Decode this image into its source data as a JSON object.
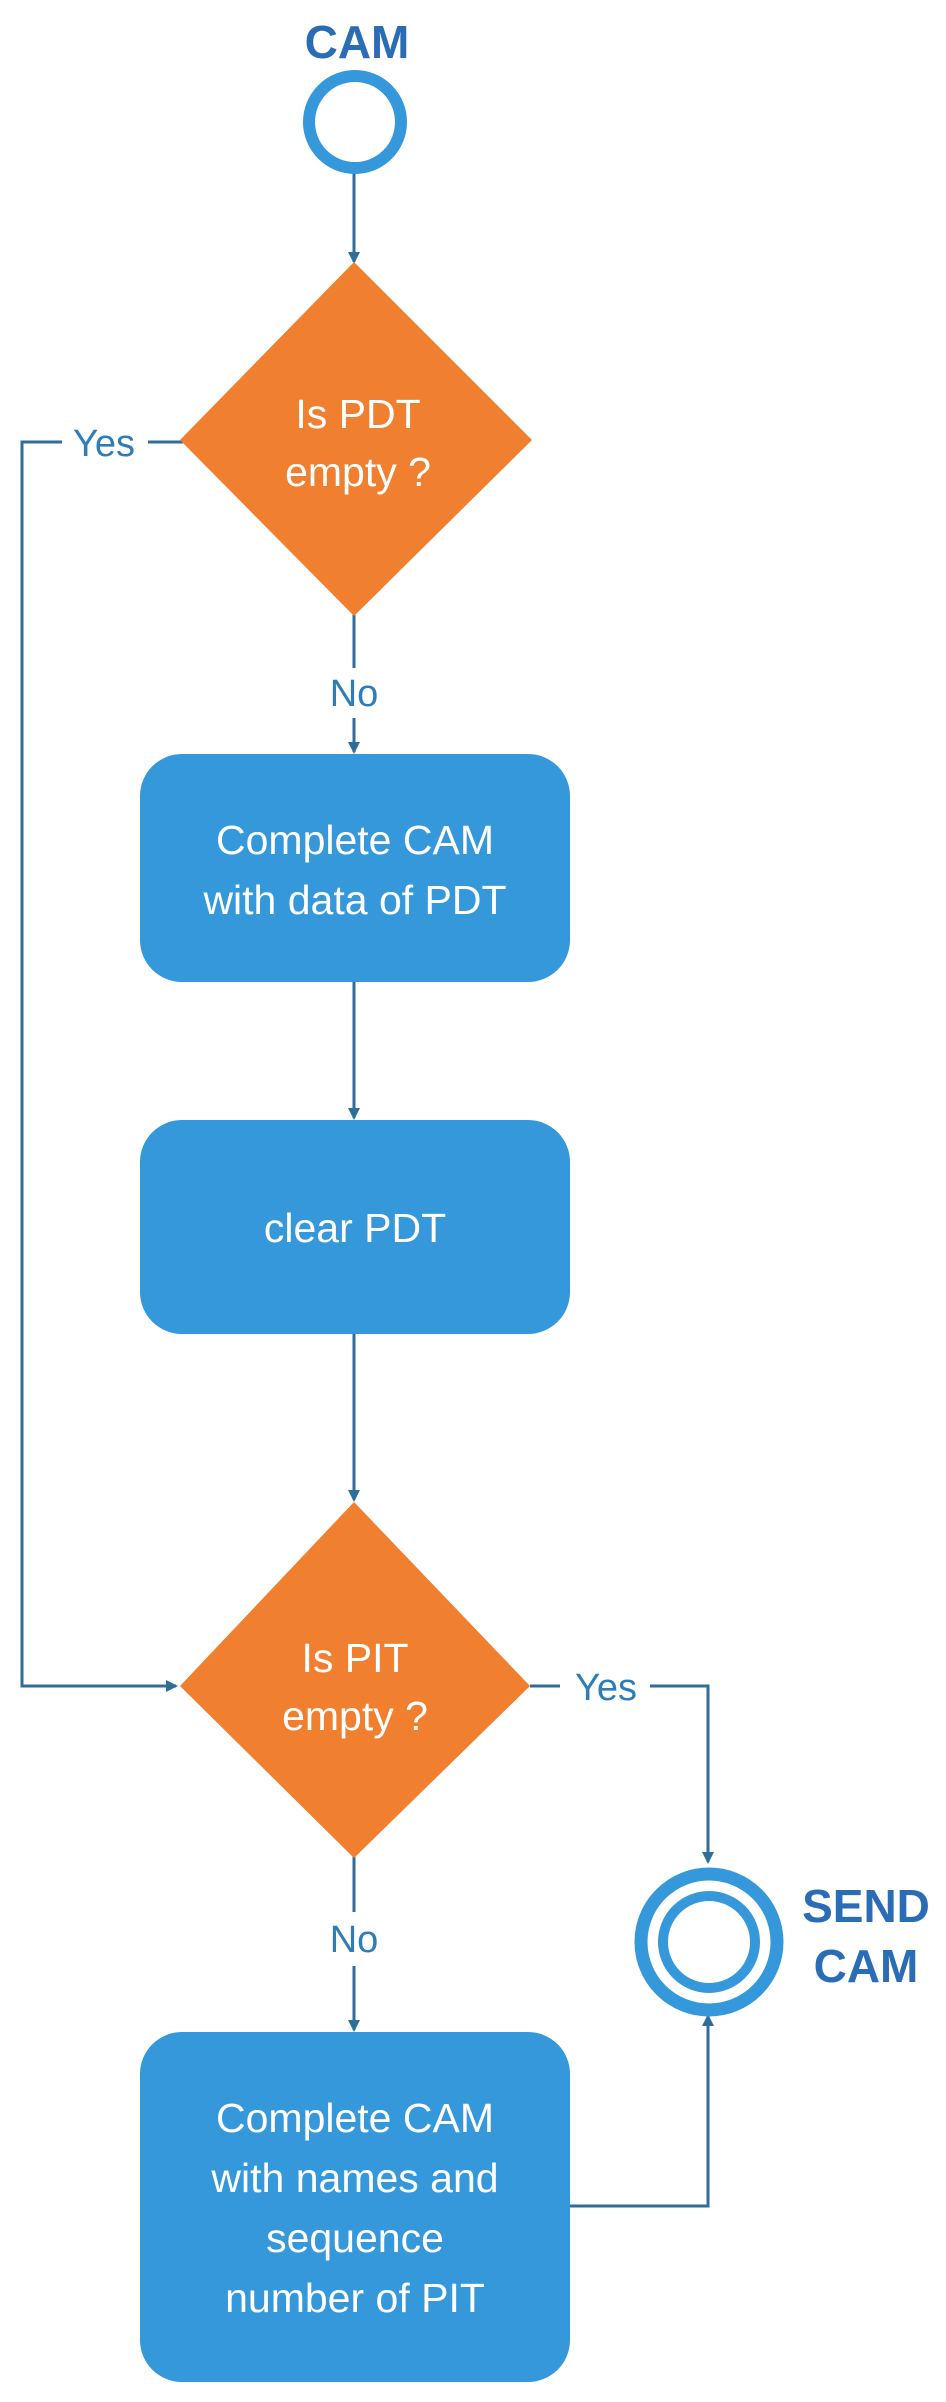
{
  "colors": {
    "process_fill": "#3498db",
    "decision_fill": "#f07f30",
    "terminal_ring": "#3498db",
    "edge_line": "#2f6e99",
    "edge_label": "#2f7db8",
    "terminal_label": "#2a6db5"
  },
  "nodes": {
    "start": {
      "label": "CAM"
    },
    "decision_pdt": {
      "lines": [
        "Is PDT",
        "empty ?"
      ]
    },
    "complete_pdt": {
      "lines": [
        "Complete CAM",
        "with data of PDT"
      ]
    },
    "clear_pdt": {
      "lines": [
        "clear PDT"
      ]
    },
    "decision_pit": {
      "lines": [
        "Is PIT",
        "empty ?"
      ]
    },
    "complete_pit": {
      "lines": [
        "Complete CAM",
        "with names and",
        "sequence",
        "number of PIT"
      ]
    },
    "end": {
      "lines": [
        "SEND",
        "CAM"
      ]
    }
  },
  "edges": {
    "pdt_yes": "Yes",
    "pdt_no": "No",
    "pit_yes": "Yes",
    "pit_no": "No"
  }
}
